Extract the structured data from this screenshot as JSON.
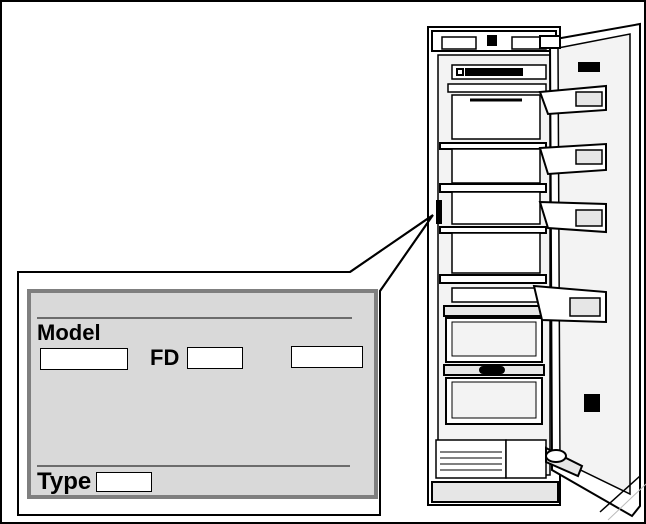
{
  "plate": {
    "model_label": "Model",
    "fd_label": "FD",
    "type_label": "Type"
  },
  "colors": {
    "line": "#000000",
    "plate_fill": "#d9d9d9",
    "plate_border": "#7f7f7f",
    "fridge_fill": "#ffffff",
    "fridge_shade": "#e6e6e6"
  }
}
